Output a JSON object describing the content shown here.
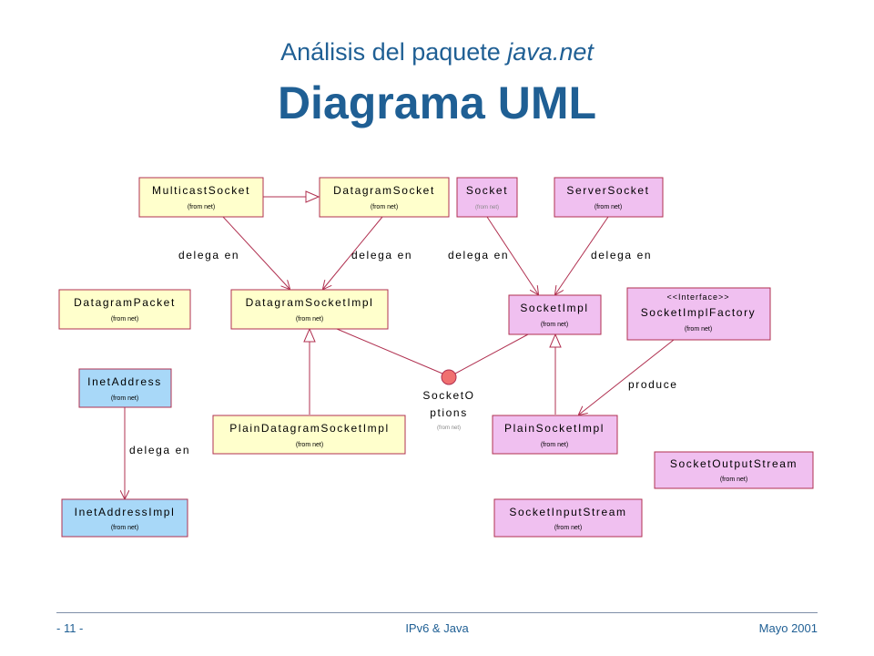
{
  "title": {
    "line1_prefix": "Análisis del paquete ",
    "line1_italic": "java.net",
    "line2": "Diagrama UML"
  },
  "classes": {
    "multicast_socket": {
      "name": "MulticastSocket",
      "from": "(from net)"
    },
    "datagram_socket": {
      "name": "DatagramSocket",
      "from": "(from net)"
    },
    "socket": {
      "name": "Socket",
      "from": "(from net)"
    },
    "server_socket": {
      "name": "ServerSocket",
      "from": "(from net)"
    },
    "datagram_packet": {
      "name": "DatagramPacket",
      "from": "(from net)"
    },
    "datagram_socket_impl": {
      "name": "DatagramSocketImpl",
      "from": "(from net)"
    },
    "socket_impl": {
      "name": "SocketImpl",
      "from": "(from net)"
    },
    "socket_impl_factory": {
      "stereotype": "<<Interface>>",
      "name": "SocketImplFactory",
      "from": "(from net)"
    },
    "inet_address": {
      "name": "InetAddress",
      "from": "(from net)"
    },
    "plain_datagram_socket_impl": {
      "name": "PlainDatagramSocketImpl",
      "from": "(from net)"
    },
    "plain_socket_impl": {
      "name": "PlainSocketImpl",
      "from": "(from net)"
    },
    "socket_output_stream": {
      "name": "SocketOutputStream",
      "from": "(from net)"
    },
    "inet_address_impl": {
      "name": "InetAddressImpl",
      "from": "(from net)"
    },
    "socket_input_stream": {
      "name": "SocketInputStream",
      "from": "(from net)"
    }
  },
  "socket_options": {
    "line1": "SocketO",
    "line2": "ptions",
    "from": "(from net)"
  },
  "relations": {
    "delega_en_1": "delega en",
    "delega_en_2": "delega en",
    "delega_en_3": "delega en",
    "delega_en_4": "delega en",
    "delega_en_5": "delega en",
    "produce": "produce"
  },
  "colors": {
    "yellow_fill": "#ffffcc",
    "pink_fill": "#f0c0f0",
    "blue_fill": "#a8d8f8",
    "border": "#b03050",
    "line": "#b03050",
    "interface_circle": "#f07070"
  },
  "footer": {
    "page": "- 11 -",
    "center": "IPv6 & Java",
    "date": "Mayo 2001"
  }
}
